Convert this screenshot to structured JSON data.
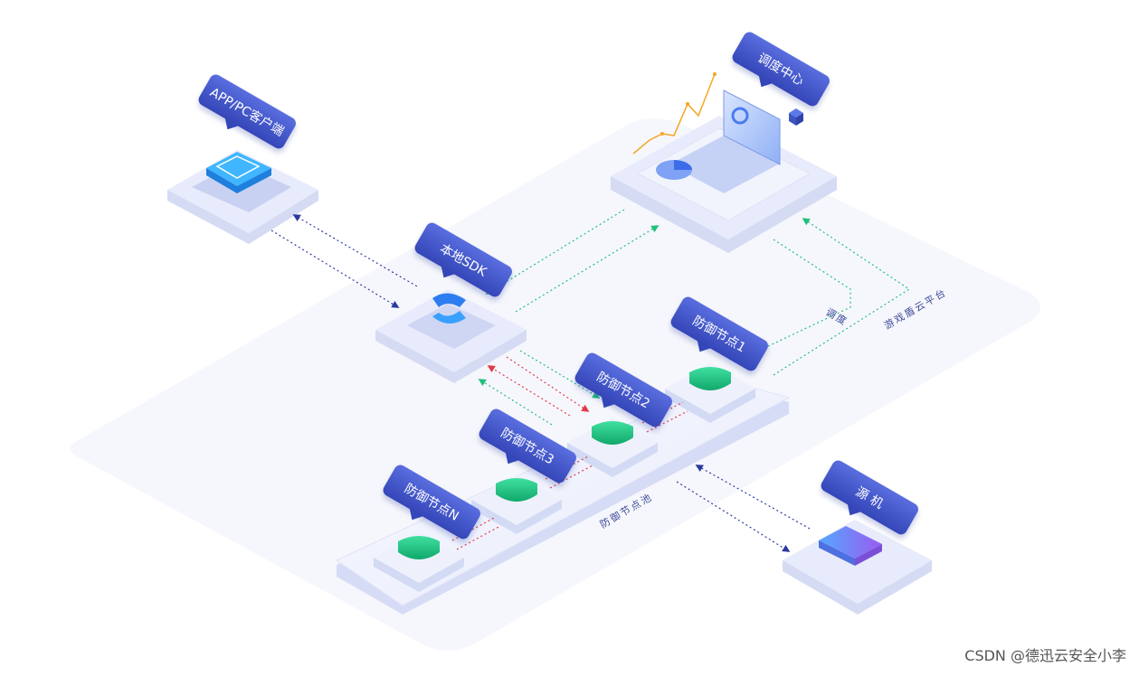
{
  "nodes": {
    "client": "APP/PC客户端",
    "sdk": "本地SDK",
    "dispatch": "调度中心",
    "node1": "防御节点1",
    "node2": "防御节点2",
    "node3": "防御节点3",
    "nodeN": "防御节点N",
    "origin": "源 机"
  },
  "labels": {
    "dispatch_edge": "调度",
    "platform": "游戏盾云平台",
    "pool": "防御节点池"
  },
  "colors": {
    "tag": "#3d51c7",
    "shield": "#1fc585",
    "line_blue": "#2b3aa0",
    "line_green": "#20c07a",
    "line_red": "#e23a4a"
  },
  "watermark": "CSDN @德迅云安全小李"
}
